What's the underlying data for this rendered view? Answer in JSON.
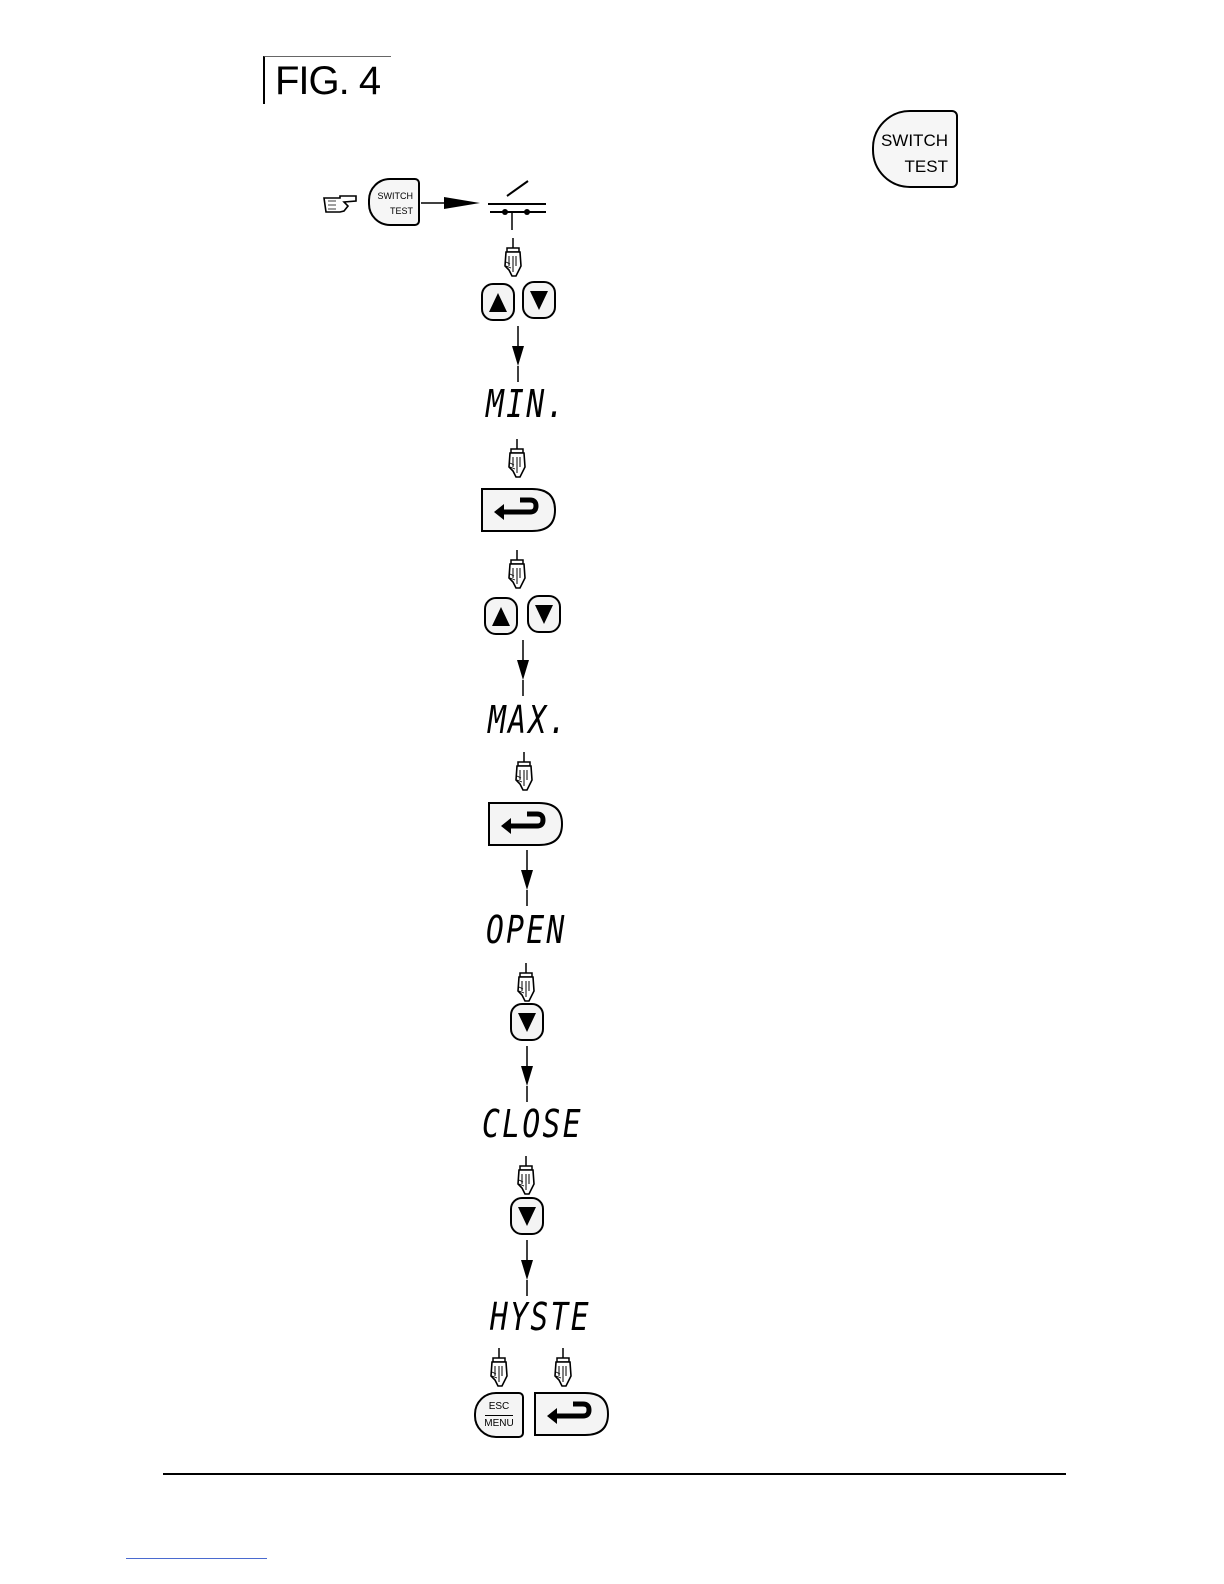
{
  "figure": {
    "title": "FIG. 4"
  },
  "keys": {
    "switch_test_big": {
      "line1": "SWITCH",
      "line2": "TEST"
    },
    "switch_test_small": {
      "line1": "SWITCH",
      "line2": "TEST"
    },
    "esc_menu": {
      "line1": "ESC",
      "line2": "MENU"
    }
  },
  "displays": [
    "MIN.",
    "MAX.",
    "OPEN",
    "CLOSE",
    "HYSTE"
  ],
  "icons": [
    "pointing-hand-icon",
    "switch-contact-icon",
    "finger-press-icon",
    "up-arrow-key-icon",
    "down-arrow-key-icon",
    "enter-key-icon",
    "flow-arrow-icon"
  ]
}
